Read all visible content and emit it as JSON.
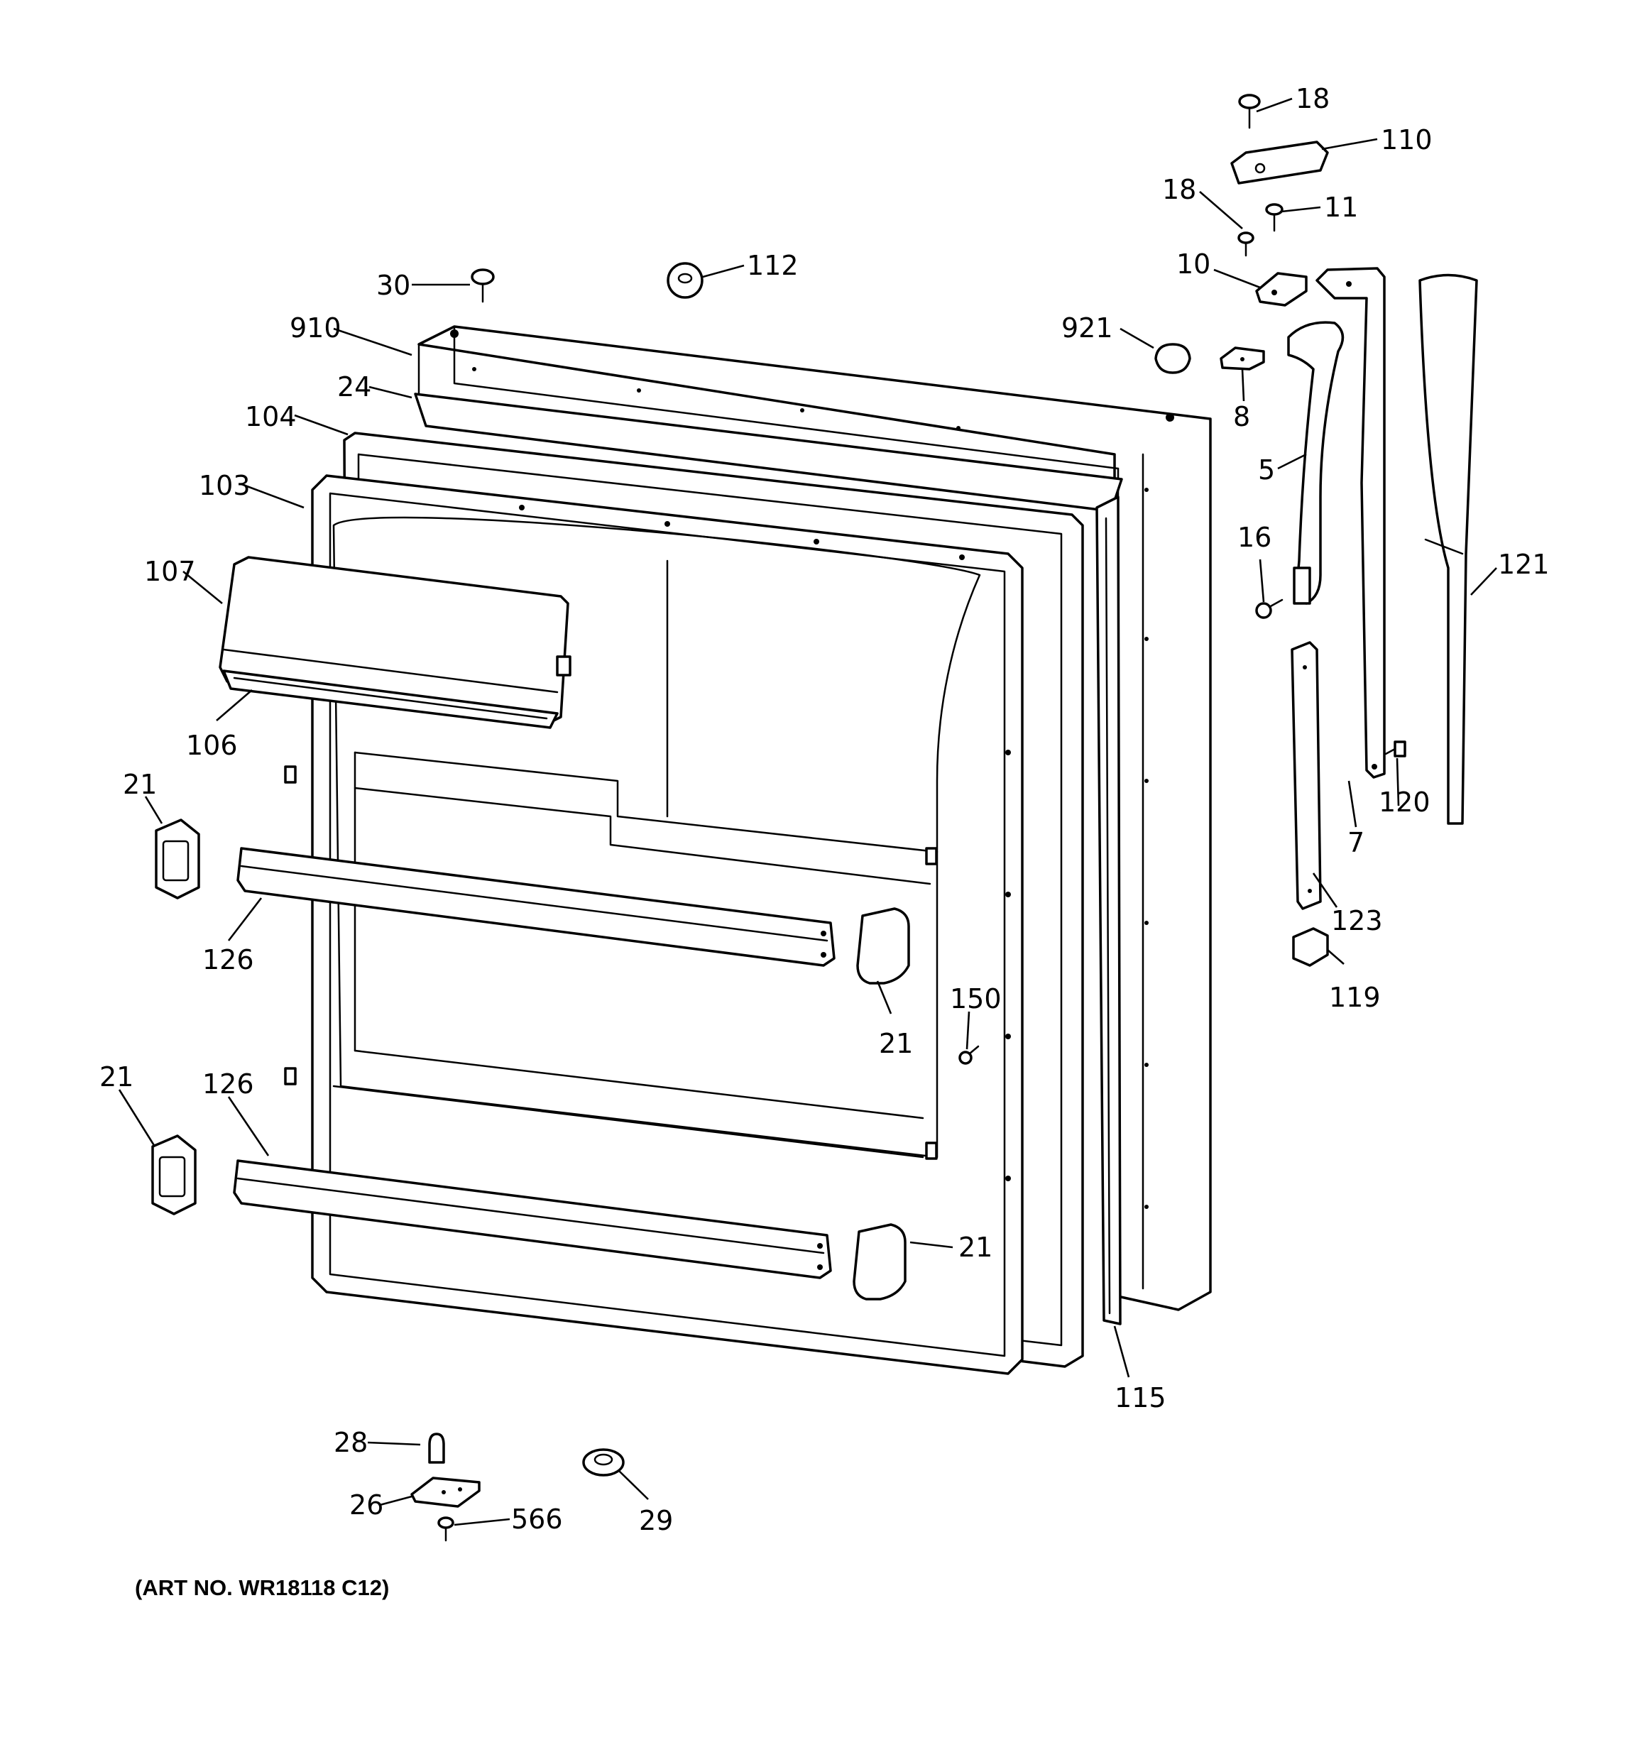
{
  "callouts": {
    "c18a": "18",
    "c110": "110",
    "c18b": "18",
    "c11": "11",
    "c10": "10",
    "c30": "30",
    "c112": "112",
    "c910": "910",
    "c921": "921",
    "c8": "8",
    "c24": "24",
    "c104": "104",
    "c5": "5",
    "c103": "103",
    "c16": "16",
    "c107": "107",
    "c121": "121",
    "c106": "106",
    "c120": "120",
    "c21a": "21",
    "c7": "7",
    "c123": "123",
    "c126a": "126",
    "c119": "119",
    "c150": "150",
    "c21b": "21",
    "c21c": "21",
    "c126b": "126",
    "c21d": "21",
    "c115": "115",
    "c28": "28",
    "c26": "26",
    "c566": "566",
    "c29": "29"
  },
  "art_number": "(ART NO. WR18118 C12)"
}
